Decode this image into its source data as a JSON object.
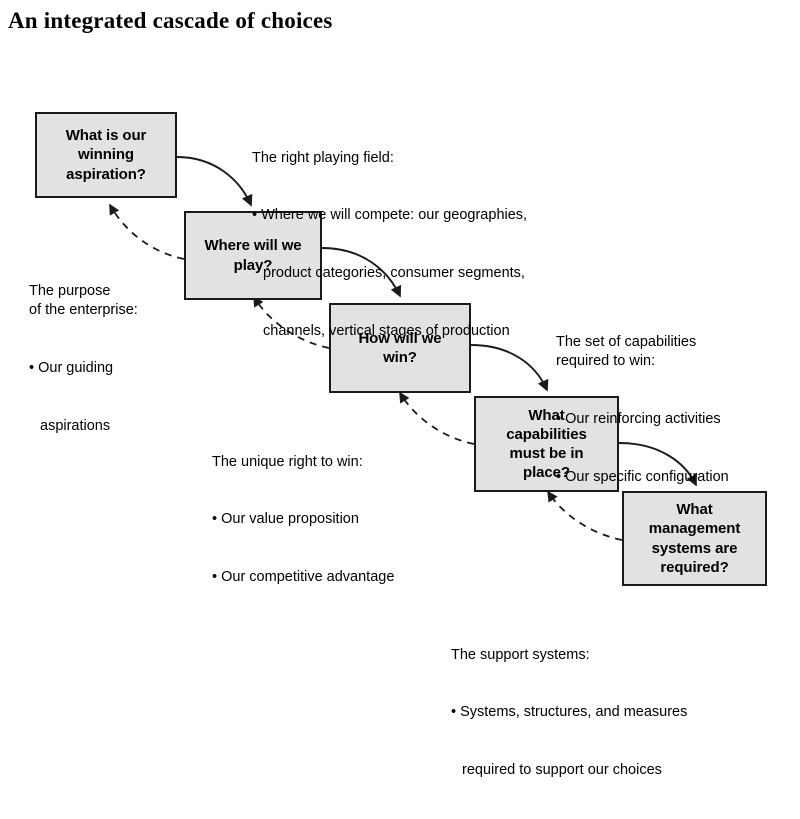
{
  "title": "An integrated cascade of choices",
  "colors": {
    "box_fill": "#e2e2e2",
    "box_border": "#1a1a1a",
    "background": "#ffffff",
    "text": "#000000",
    "connector": "#1a1a1a"
  },
  "nodes": [
    {
      "id": "winning-aspiration",
      "label": "What is our\nwinning\naspiration?"
    },
    {
      "id": "where-to-play",
      "label": "Where will we\nplay?"
    },
    {
      "id": "how-to-win",
      "label": "How will we\nwin?"
    },
    {
      "id": "capabilities",
      "label": "What\ncapabilities\nmust be in\nplace?"
    },
    {
      "id": "management-systems",
      "label": "What\nmanagement\nsystems are\nrequired?"
    }
  ],
  "annotations": [
    {
      "id": "right-playing-field",
      "head": "The right playing field:",
      "bullets": [
        {
          "bullet": "• Where we will compete: our geographies,",
          "cont": [
            "product categories, consumer segments,",
            "channels, vertical stages of production"
          ]
        }
      ]
    },
    {
      "id": "purpose-of-enterprise",
      "head": "The purpose\nof the enterprise:",
      "bullets": [
        {
          "bullet": "• Our guiding",
          "cont": [
            "aspirations"
          ]
        }
      ]
    },
    {
      "id": "set-of-capabilities",
      "head": "The set of capabilities\nrequired to win:",
      "bullets": [
        {
          "bullet": "• Our reinforcing activities",
          "cont": []
        },
        {
          "bullet": "• Our specific configuration",
          "cont": []
        }
      ]
    },
    {
      "id": "unique-right-to-win",
      "head": "The unique right to win:",
      "bullets": [
        {
          "bullet": "• Our value proposition",
          "cont": []
        },
        {
          "bullet": "• Our competitive advantage",
          "cont": []
        }
      ]
    },
    {
      "id": "support-systems",
      "head": "The support systems:",
      "bullets": [
        {
          "bullet": "• Systems, structures, and measures",
          "cont": [
            "required to support our choices"
          ]
        }
      ]
    }
  ],
  "connectors": {
    "forward_style": "solid-curved-arrow",
    "feedback_style": "dashed-curved-arrow",
    "forward_count": 4,
    "feedback_count": 4
  }
}
